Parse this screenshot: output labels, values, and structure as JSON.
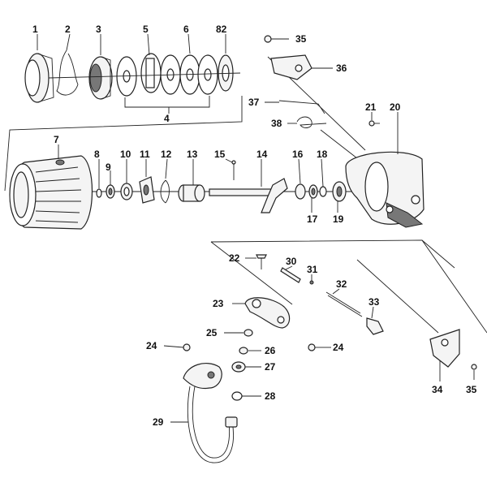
{
  "labels": [
    {
      "id": "1",
      "text": "1"
    },
    {
      "id": "2",
      "text": "2"
    },
    {
      "id": "3",
      "text": "3"
    },
    {
      "id": "5",
      "text": "5"
    },
    {
      "id": "6",
      "text": "6"
    },
    {
      "id": "82",
      "text": "82"
    },
    {
      "id": "4",
      "text": "4"
    },
    {
      "id": "35a",
      "text": "35"
    },
    {
      "id": "36",
      "text": "36"
    },
    {
      "id": "37",
      "text": "37"
    },
    {
      "id": "38",
      "text": "38"
    },
    {
      "id": "21",
      "text": "21"
    },
    {
      "id": "20",
      "text": "20"
    },
    {
      "id": "7",
      "text": "7"
    },
    {
      "id": "8",
      "text": "8"
    },
    {
      "id": "9",
      "text": "9"
    },
    {
      "id": "10",
      "text": "10"
    },
    {
      "id": "11",
      "text": "11"
    },
    {
      "id": "12",
      "text": "12"
    },
    {
      "id": "13",
      "text": "13"
    },
    {
      "id": "15",
      "text": "15"
    },
    {
      "id": "14",
      "text": "14"
    },
    {
      "id": "16",
      "text": "16"
    },
    {
      "id": "18",
      "text": "18"
    },
    {
      "id": "17",
      "text": "17"
    },
    {
      "id": "19",
      "text": "19"
    },
    {
      "id": "22",
      "text": "22"
    },
    {
      "id": "30",
      "text": "30"
    },
    {
      "id": "31",
      "text": "31"
    },
    {
      "id": "32",
      "text": "32"
    },
    {
      "id": "33",
      "text": "33"
    },
    {
      "id": "23",
      "text": "23"
    },
    {
      "id": "25",
      "text": "25"
    },
    {
      "id": "24a",
      "text": "24"
    },
    {
      "id": "24b",
      "text": "24"
    },
    {
      "id": "26",
      "text": "26"
    },
    {
      "id": "27",
      "text": "27"
    },
    {
      "id": "28",
      "text": "28"
    },
    {
      "id": "29",
      "text": "29"
    },
    {
      "id": "34",
      "text": "34"
    },
    {
      "id": "35b",
      "text": "35"
    }
  ]
}
